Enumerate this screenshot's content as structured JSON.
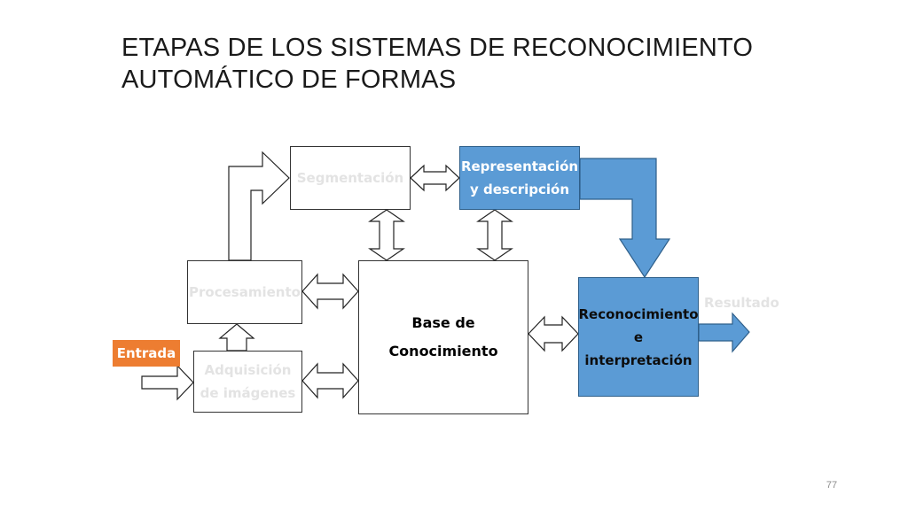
{
  "title": {
    "line1": "ETAPAS DE LOS SISTEMAS DE RECONOCIMIENTO",
    "line2": "AUTOMÁTICO DE FORMAS"
  },
  "boxes": {
    "segmentacion": "Segmentación",
    "representacion_line1": "Representación",
    "representacion_line2": "y descripción",
    "procesamiento": "Procesamiento",
    "base_line1": "Base de",
    "base_line2": "Conocimiento",
    "reconocimiento_line1": "Reconocimiento",
    "reconocimiento_line2": "e",
    "reconocimiento_line3": "interpretación",
    "adquisicion_line1": "Adquisición",
    "adquisicion_line2": "de imágenes"
  },
  "labels": {
    "entrada": "Entrada",
    "resultado": "Resultado"
  },
  "page_number": "77",
  "colors": {
    "blue_box": "#5b9bd5",
    "entrada_bg": "#ed7d31",
    "faded_text": "#e3e3e3"
  }
}
